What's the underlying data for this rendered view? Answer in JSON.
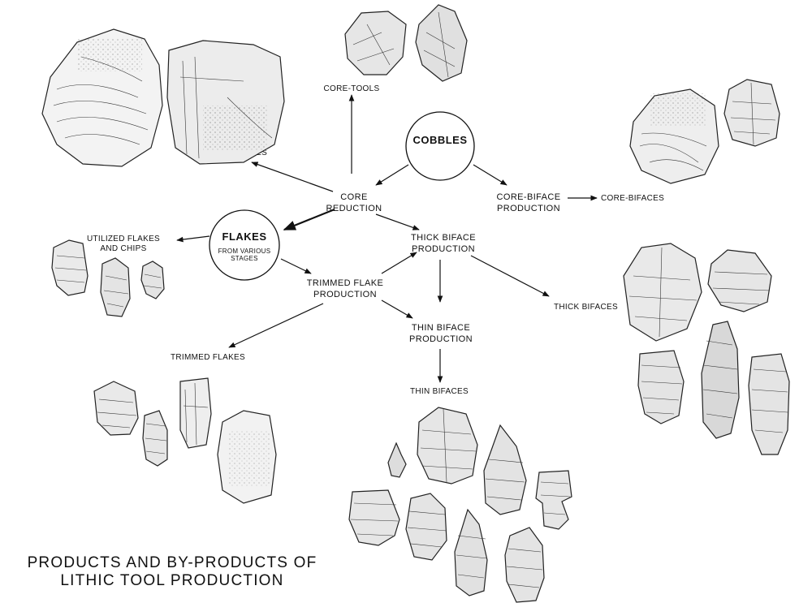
{
  "title": {
    "line1": "PRODUCTS AND BY-PRODUCTS OF",
    "line2": "LITHIC TOOL PRODUCTION"
  },
  "nodes": {
    "cobbles": "COBBLES",
    "flakes": {
      "title": "FLAKES",
      "line1": "FROM VARIOUS",
      "line2": "STAGES"
    },
    "core_reduction": {
      "line1": "CORE",
      "line2": "REDUCTION"
    },
    "core_biface_production": {
      "line1": "CORE-BIFACE",
      "line2": "PRODUCTION"
    },
    "thick_biface_production": {
      "line1": "THICK BIFACE",
      "line2": "PRODUCTION"
    },
    "trimmed_flake_production": {
      "line1": "TRIMMED FLAKE",
      "line2": "PRODUCTION"
    },
    "thin_biface_production": {
      "line1": "THIN BIFACE",
      "line2": "PRODUCTION"
    }
  },
  "products": {
    "core_tools": "CORE-TOOLS",
    "cores": "CORES",
    "core_bifaces": "CORE-BIFACES",
    "utilized_flakes": {
      "line1": "UTILIZED FLAKES",
      "line2": "AND CHIPS"
    },
    "thick_bifaces": "THICK BIFACES",
    "trimmed_flakes": "TRIMMED FLAKES",
    "thin_bifaces": "THIN BIFACES"
  }
}
